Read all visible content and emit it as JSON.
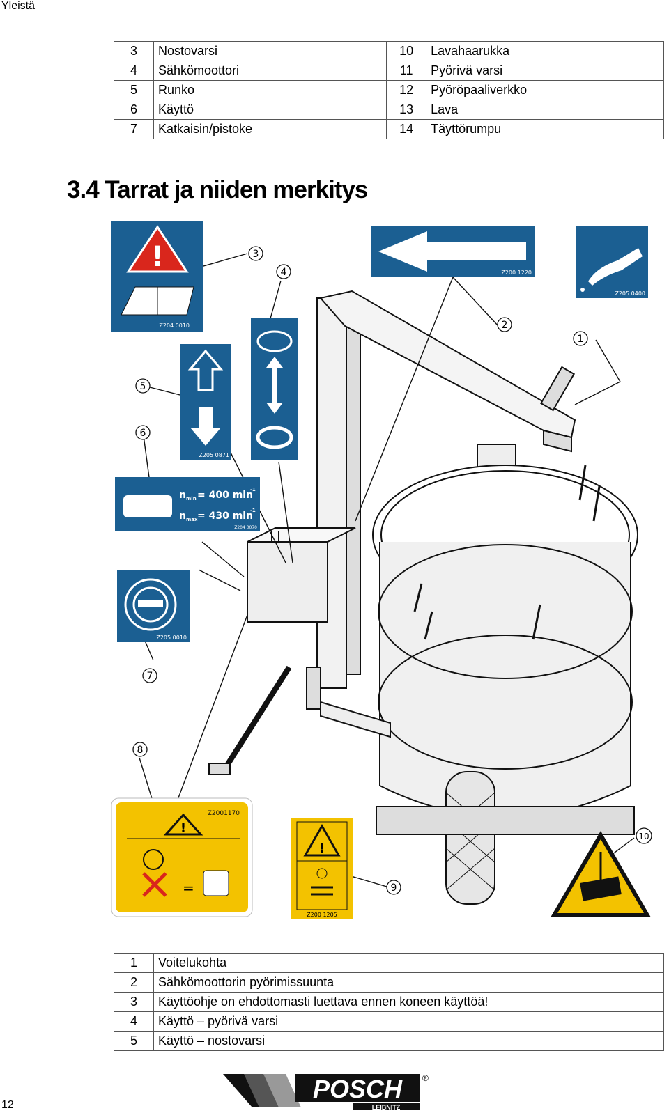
{
  "header": {
    "section": "Yleistä"
  },
  "parts_table": [
    {
      "n1": "3",
      "l1": "Nostovarsi",
      "n2": "10",
      "l2": "Lavahaarukka"
    },
    {
      "n1": "4",
      "l1": "Sähkömoottori",
      "n2": "11",
      "l2": "Pyörivä varsi"
    },
    {
      "n1": "5",
      "l1": "Runko",
      "n2": "12",
      "l2": "Pyöröpaaliverkko"
    },
    {
      "n1": "6",
      "l1": "Käyttö",
      "n2": "13",
      "l2": "Lava"
    },
    {
      "n1": "7",
      "l1": "Katkaisin/pistoke",
      "n2": "14",
      "l2": "Täyttörumpu"
    }
  ],
  "section_title": "3.4  Tarrat ja niiden merkitys",
  "figure": {
    "sticker_codes": {
      "manual": "Z204 0010",
      "arrow": "Z200 1220",
      "grease": "Z205 0400",
      "drive": "Z205 0871",
      "speed": "Z204 0070",
      "switch": "Z205 0010",
      "warning_yellow": "Z2001170",
      "rotation": "Z200 1205"
    },
    "speed_label": {
      "nmin": "n",
      "nmin_sub": "min",
      "nmin_value": "= 400 min",
      "nmax": "n",
      "nmax_sub": "max",
      "nmax_value": "= 430 min",
      "unit_sup": "-1"
    },
    "callouts": [
      "1",
      "2",
      "3",
      "4",
      "5",
      "6",
      "7",
      "8",
      "9",
      "10"
    ]
  },
  "legend_table": [
    {
      "n": "1",
      "label": "Voitelukohta"
    },
    {
      "n": "2",
      "label": "Sähkömoottorin pyörimissuunta"
    },
    {
      "n": "3",
      "label": "Käyttöohje on ehdottomasti luettava ennen koneen käyttöä!"
    },
    {
      "n": "4",
      "label": "Käyttö – pyörivä varsi"
    },
    {
      "n": "5",
      "label": "Käyttö – nostovarsi"
    }
  ],
  "page_number": "12",
  "logo": {
    "brand": "POSCH",
    "sub": "LEIBNITZ",
    "reg": "®"
  },
  "colors": {
    "sticker_blue": "#1b5f92",
    "sticker_yellow": "#f3c200",
    "warning_red": "#d9261c"
  }
}
